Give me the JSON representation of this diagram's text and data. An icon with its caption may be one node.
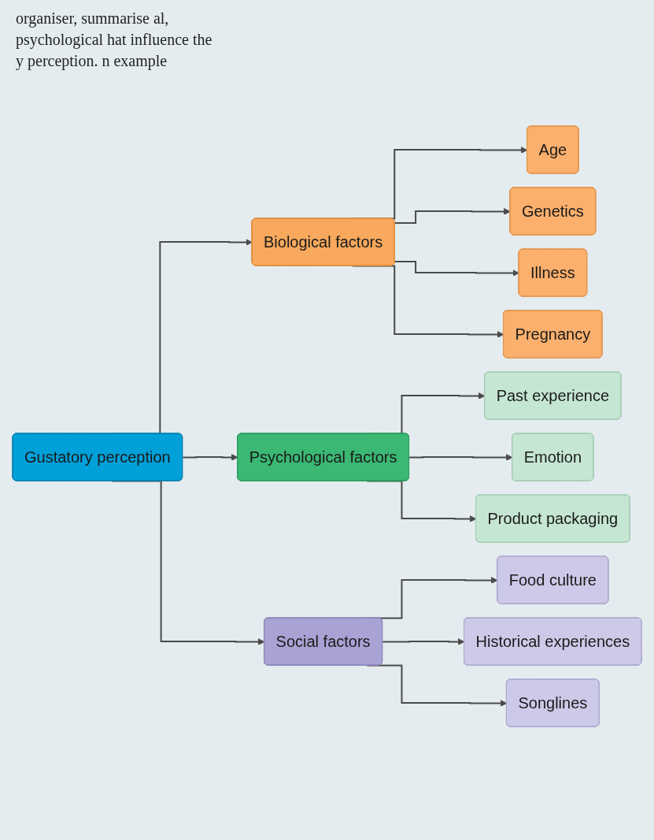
{
  "diagram": {
    "nodes": [
      {
        "text": [
          "Gustatory perception"
        ]
      },
      {
        "text": [
          "Biological factors"
        ]
      },
      {
        "text": [
          "Age"
        ]
      },
      {
        "text": [
          "Genetics"
        ]
      },
      {
        "text": [
          "Illness"
        ]
      },
      {
        "text": [
          "Pregnancy"
        ]
      },
      {
        "text": [
          "Psychological factors"
        ]
      },
      {
        "text": [
          "Past experience"
        ]
      },
      {
        "text": [
          "Emotion"
        ]
      },
      {
        "text": [
          "Product packaging"
        ]
      },
      {
        "text": [
          "Social factors"
        ]
      },
      {
        "text": [
          "Food culture"
        ]
      },
      {
        "text": [
          "Historical experiences"
        ]
      },
      {
        "text": [
          "Songlines"
        ]
      }
    ],
    "edges": [
      {
        "from": 0,
        "to": 1,
        "arrow": "to"
      },
      {
        "from": 0,
        "to": 6,
        "arrow": "to"
      },
      {
        "from": 0,
        "to": 10,
        "arrow": "to"
      },
      {
        "from": 1,
        "to": 2,
        "arrow": "to"
      },
      {
        "from": 1,
        "to": 3,
        "arrow": "to"
      },
      {
        "from": 1,
        "to": 4,
        "arrow": "to"
      },
      {
        "from": 1,
        "to": 5,
        "arrow": "to"
      },
      {
        "from": 6,
        "to": 7,
        "arrow": "to"
      },
      {
        "from": 6,
        "to": 8,
        "arrow": "to"
      },
      {
        "from": 6,
        "to": 9,
        "arrow": "to"
      },
      {
        "from": 10,
        "to": 11,
        "arrow": "to"
      },
      {
        "from": 10,
        "to": 12,
        "arrow": "to"
      },
      {
        "from": 10,
        "to": 13,
        "arrow": "to"
      }
    ],
    "labels": [
      "organiser, summarise al, psychological hat influence the y perception. n example"
    ]
  }
}
